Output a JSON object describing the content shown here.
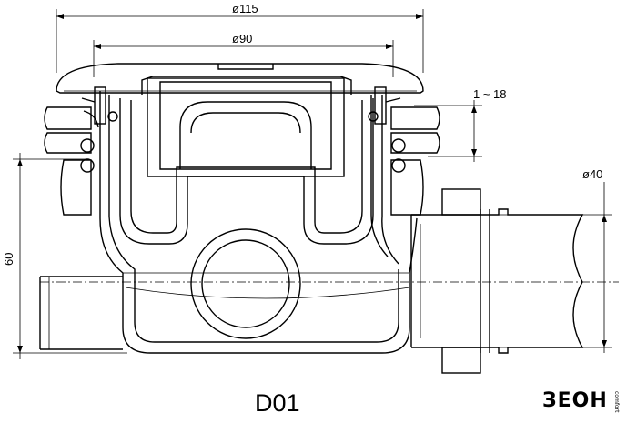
{
  "dimensions": {
    "outer_diameter": "ø115",
    "inner_diameter": "ø90",
    "adjust_range": "1 ~ 18",
    "pipe_diameter": "ø40",
    "height": "60"
  },
  "model": "D01",
  "logo": {
    "brand": "ЗЕОН",
    "tagline": "comfort"
  }
}
